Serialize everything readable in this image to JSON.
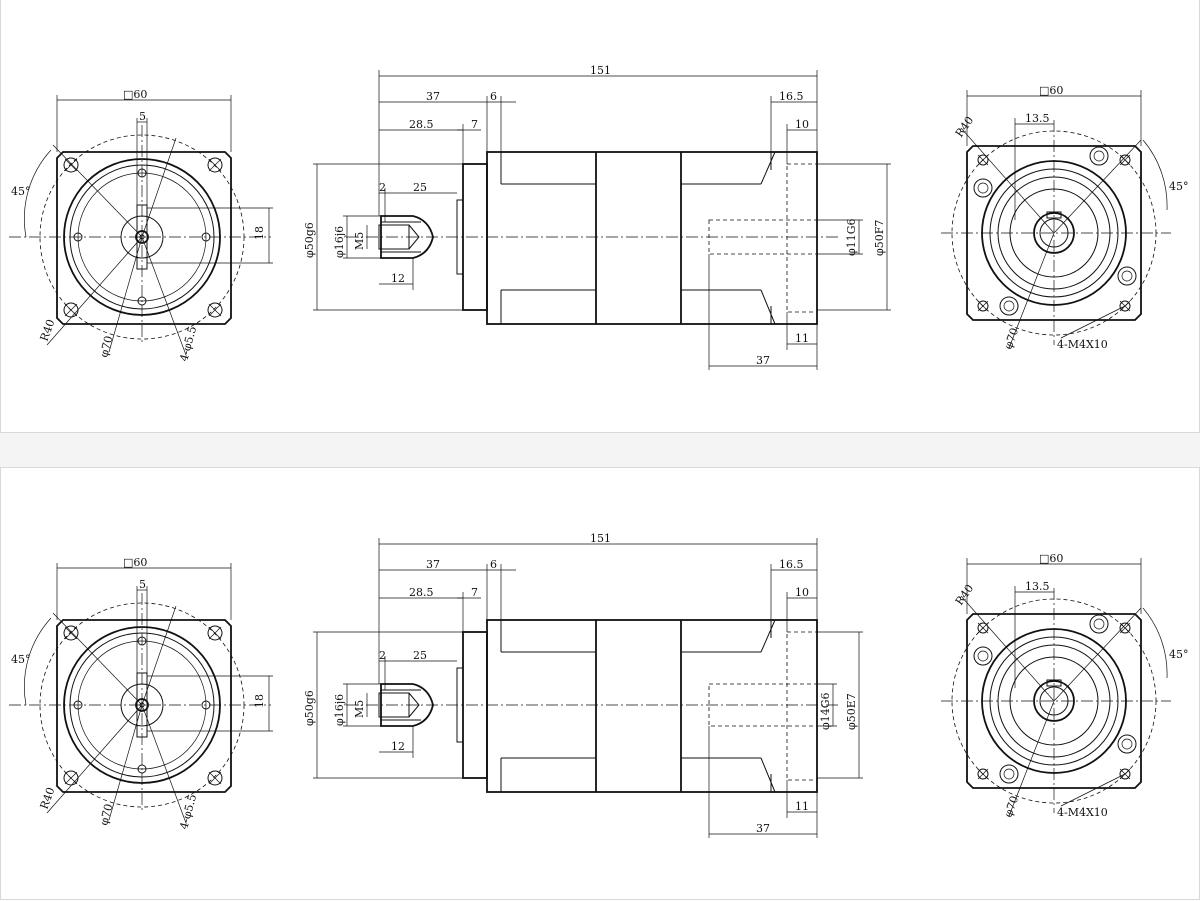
{
  "drawings": [
    {
      "front": {
        "square": "□60",
        "key_width": "5",
        "angle": "45°",
        "pitch": "18",
        "radius": "R40",
        "diameter": "φ70",
        "holes": "4-φ5.5"
      },
      "side": {
        "total": "151",
        "d37": "37",
        "d6": "6",
        "d28_5": "28.5",
        "d7": "7",
        "d2": "2",
        "d25": "25",
        "d12": "12",
        "m5": "M5",
        "shaft_dia": "φ16j6",
        "pilot_dia": "φ50g6",
        "d16_5": "16.5",
        "d10": "10",
        "d11": "11",
        "d37b": "37",
        "bore_dia": "φ11G6",
        "spigot_dia": "φ50F7"
      },
      "rear": {
        "square": "□60",
        "d13_5": "13.5",
        "radius": "R40",
        "angle": "45°",
        "diameter": "φ70",
        "tapped": "4-M4X10"
      }
    },
    {
      "front": {
        "square": "□60",
        "key_width": "5",
        "angle": "45°",
        "pitch": "18",
        "radius": "R40",
        "diameter": "φ70",
        "holes": "4-φ5.5"
      },
      "side": {
        "total": "151",
        "d37": "37",
        "d6": "6",
        "d28_5": "28.5",
        "d7": "7",
        "d2": "2",
        "d25": "25",
        "d12": "12",
        "m5": "M5",
        "shaft_dia": "φ16j6",
        "pilot_dia": "φ50g6",
        "d16_5": "16.5",
        "d10": "10",
        "d11": "11",
        "d37b": "37",
        "bore_dia": "φ14G6",
        "spigot_dia": "φ50E7"
      },
      "rear": {
        "square": "□60",
        "d13_5": "13.5",
        "radius": "R40",
        "angle": "45°",
        "diameter": "φ70",
        "tapped": "4-M4X10"
      }
    }
  ]
}
